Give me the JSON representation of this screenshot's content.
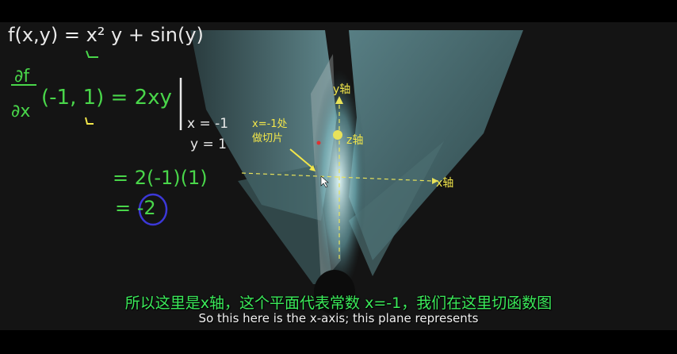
{
  "video": {
    "handwriting": {
      "function_def": "f(x,y) = x² y + sin(y)",
      "partial_numerator": "∂f",
      "partial_denominator": "∂x",
      "evaluate_point": "(-1, 1) = 2xy",
      "condition_x": "x = -1",
      "condition_y": "y = 1",
      "step1": "= 2(-1)(1)",
      "step2": "= -2"
    },
    "labels": {
      "y_axis": "y轴",
      "z_axis": "z轴",
      "x_axis": "x轴",
      "slice_note_line1": "x=-1处",
      "slice_note_line2": "做切片"
    },
    "colors": {
      "surface": "#9fc7cd",
      "plane": "#b9c3c4",
      "axis": "#e8e25a",
      "handwriting_white": "#e9e9e9",
      "handwriting_green": "#49d64a",
      "circle": "#3c38d8"
    }
  },
  "subtitles": {
    "chinese": "所以这里是x轴，这个平面代表常数 x=-1，我们在这里切函数图",
    "english": "So this here is the x-axis; this plane represents"
  }
}
